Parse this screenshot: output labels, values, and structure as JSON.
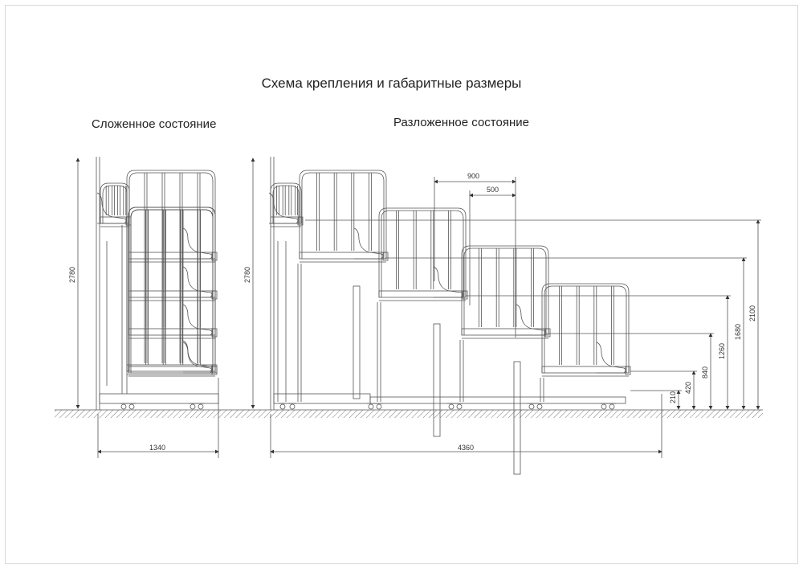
{
  "title": "Схема крепления и габаритные размеры",
  "folded": {
    "label": "Сложенное состояние",
    "height_dim": "2780",
    "width_dim": "1340"
  },
  "unfolded": {
    "label": "Разложенное состояние",
    "height_dim": "2780",
    "width_dim": "4360",
    "step_depth_dim": "900",
    "seat_depth_dim": "500",
    "level_dims": [
      "2100",
      "1680",
      "1260",
      "840",
      "420",
      "210"
    ]
  }
}
